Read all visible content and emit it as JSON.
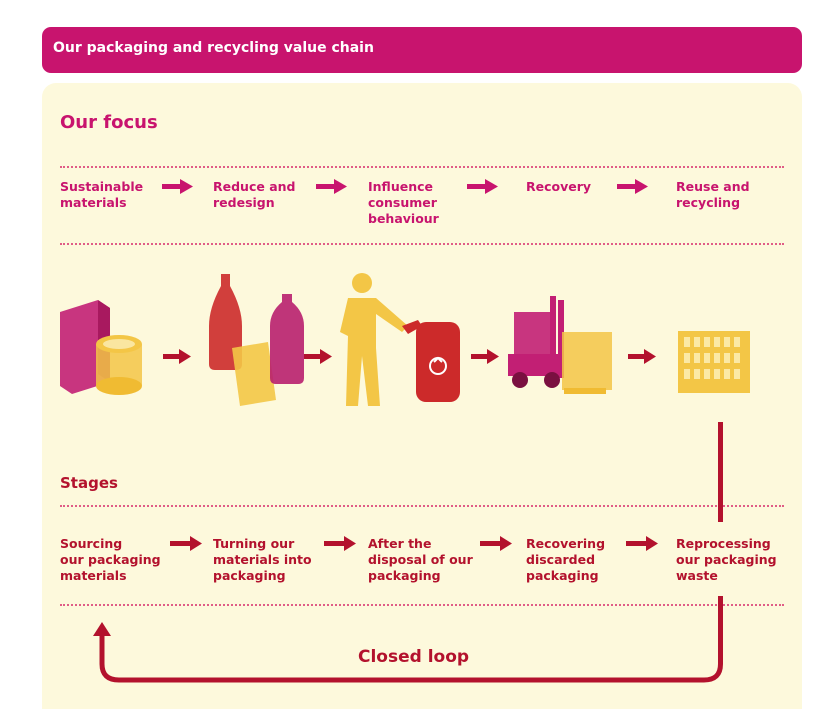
{
  "header": {
    "title": "Our packaging and recycling value chain"
  },
  "focus": {
    "title": "Our focus",
    "steps": [
      "Sustainable\nmaterials",
      "Reduce and\nredesign",
      "Influence\nconsumer\nbehaviour",
      "Recovery",
      "Reuse and\nrecycling"
    ]
  },
  "stages": {
    "title": "Stages",
    "steps": [
      "Sourcing\nour packaging\nmaterials",
      "Turning our\nmaterials into\npackaging",
      "After the\ndisposal of our\npackaging",
      "Recovering\ndiscarded\npackaging",
      "Reprocessing\nour packaging\nwaste"
    ]
  },
  "loop": {
    "label": "Closed loop"
  },
  "colors": {
    "magenta": "#c8146e",
    "crimson": "#b3122d",
    "yellow": "#f2c230",
    "panel": "#fdf9dc"
  },
  "icons": [
    "packaging-materials-icon",
    "bottles-icon",
    "person-recycling-icon",
    "forklift-icon",
    "crate-icon"
  ]
}
